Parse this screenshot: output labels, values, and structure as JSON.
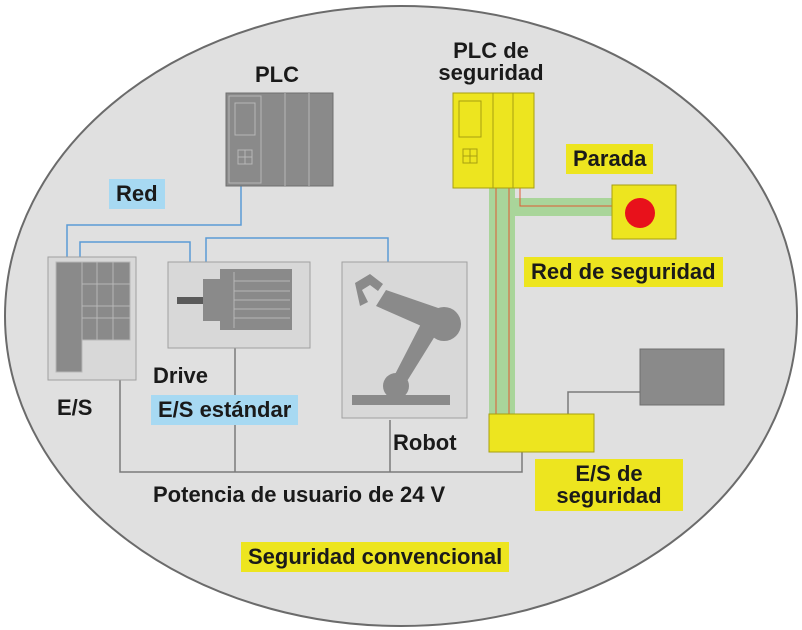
{
  "colors": {
    "ellipse_fill": "#e0e0e0",
    "ellipse_stroke": "#6b6b6b",
    "network_line": "#5b9bd5",
    "power_line": "#7a7a7a",
    "safety_network": "#a9d59a",
    "safety_wire": "#e05a33",
    "safety_yellow": "#ede51f",
    "standard_blue": "#a7d9f2",
    "device_gray": "#8a8a8a",
    "stop_button": "#e8111b"
  },
  "labels": {
    "plc": "PLC",
    "safety_plc": "PLC de\nseguridad",
    "network": "Red",
    "stop": "Parada",
    "safety_network": "Red de seguridad",
    "io": "E/S",
    "drive": "Drive",
    "standard_io": "E/S estándar",
    "robot": "Robot",
    "safety_io": "E/S de\nseguridad",
    "user_power": "Potencia de usuario de 24 V",
    "conventional_safety": "Seguridad convencional"
  },
  "icons": {
    "plc": "plc-icon",
    "safety_plc": "safety-plc-icon",
    "stop_button": "emergency-stop-icon",
    "io_module": "io-module-icon",
    "drive_motor": "motor-icon",
    "robot": "robot-arm-icon",
    "safety_io": "safety-io-module",
    "safety_device": "safety-device-icon"
  }
}
